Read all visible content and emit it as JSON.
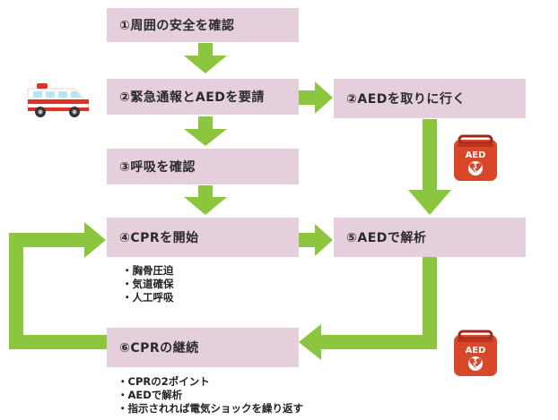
{
  "steps": {
    "step1": "①周囲の安全を確認",
    "step2": "②緊急通報とAEDを要請",
    "step2b": "②AEDを取りに行く",
    "step3": "③呼吸を確認",
    "step4": "④CPRを開始",
    "step5": "⑤AEDで解析",
    "step6": "⑥CPRの継続"
  },
  "step4_bullets": [
    "・胸骨圧迫",
    "・気道確保",
    "・人工呼吸"
  ],
  "step6_bullets": [
    "・CPRの2ポイント",
    "・AEDで解析",
    "・指示されれば電気ショックを繰り返す"
  ],
  "aed_label": "AED",
  "colors": {
    "box": "#e6cfdd",
    "arrow": "#8cc63f",
    "aed_red": "#d9472b",
    "ambulance_red": "#e0302a"
  },
  "icons": [
    "ambulance-icon",
    "aed-device-icon"
  ]
}
